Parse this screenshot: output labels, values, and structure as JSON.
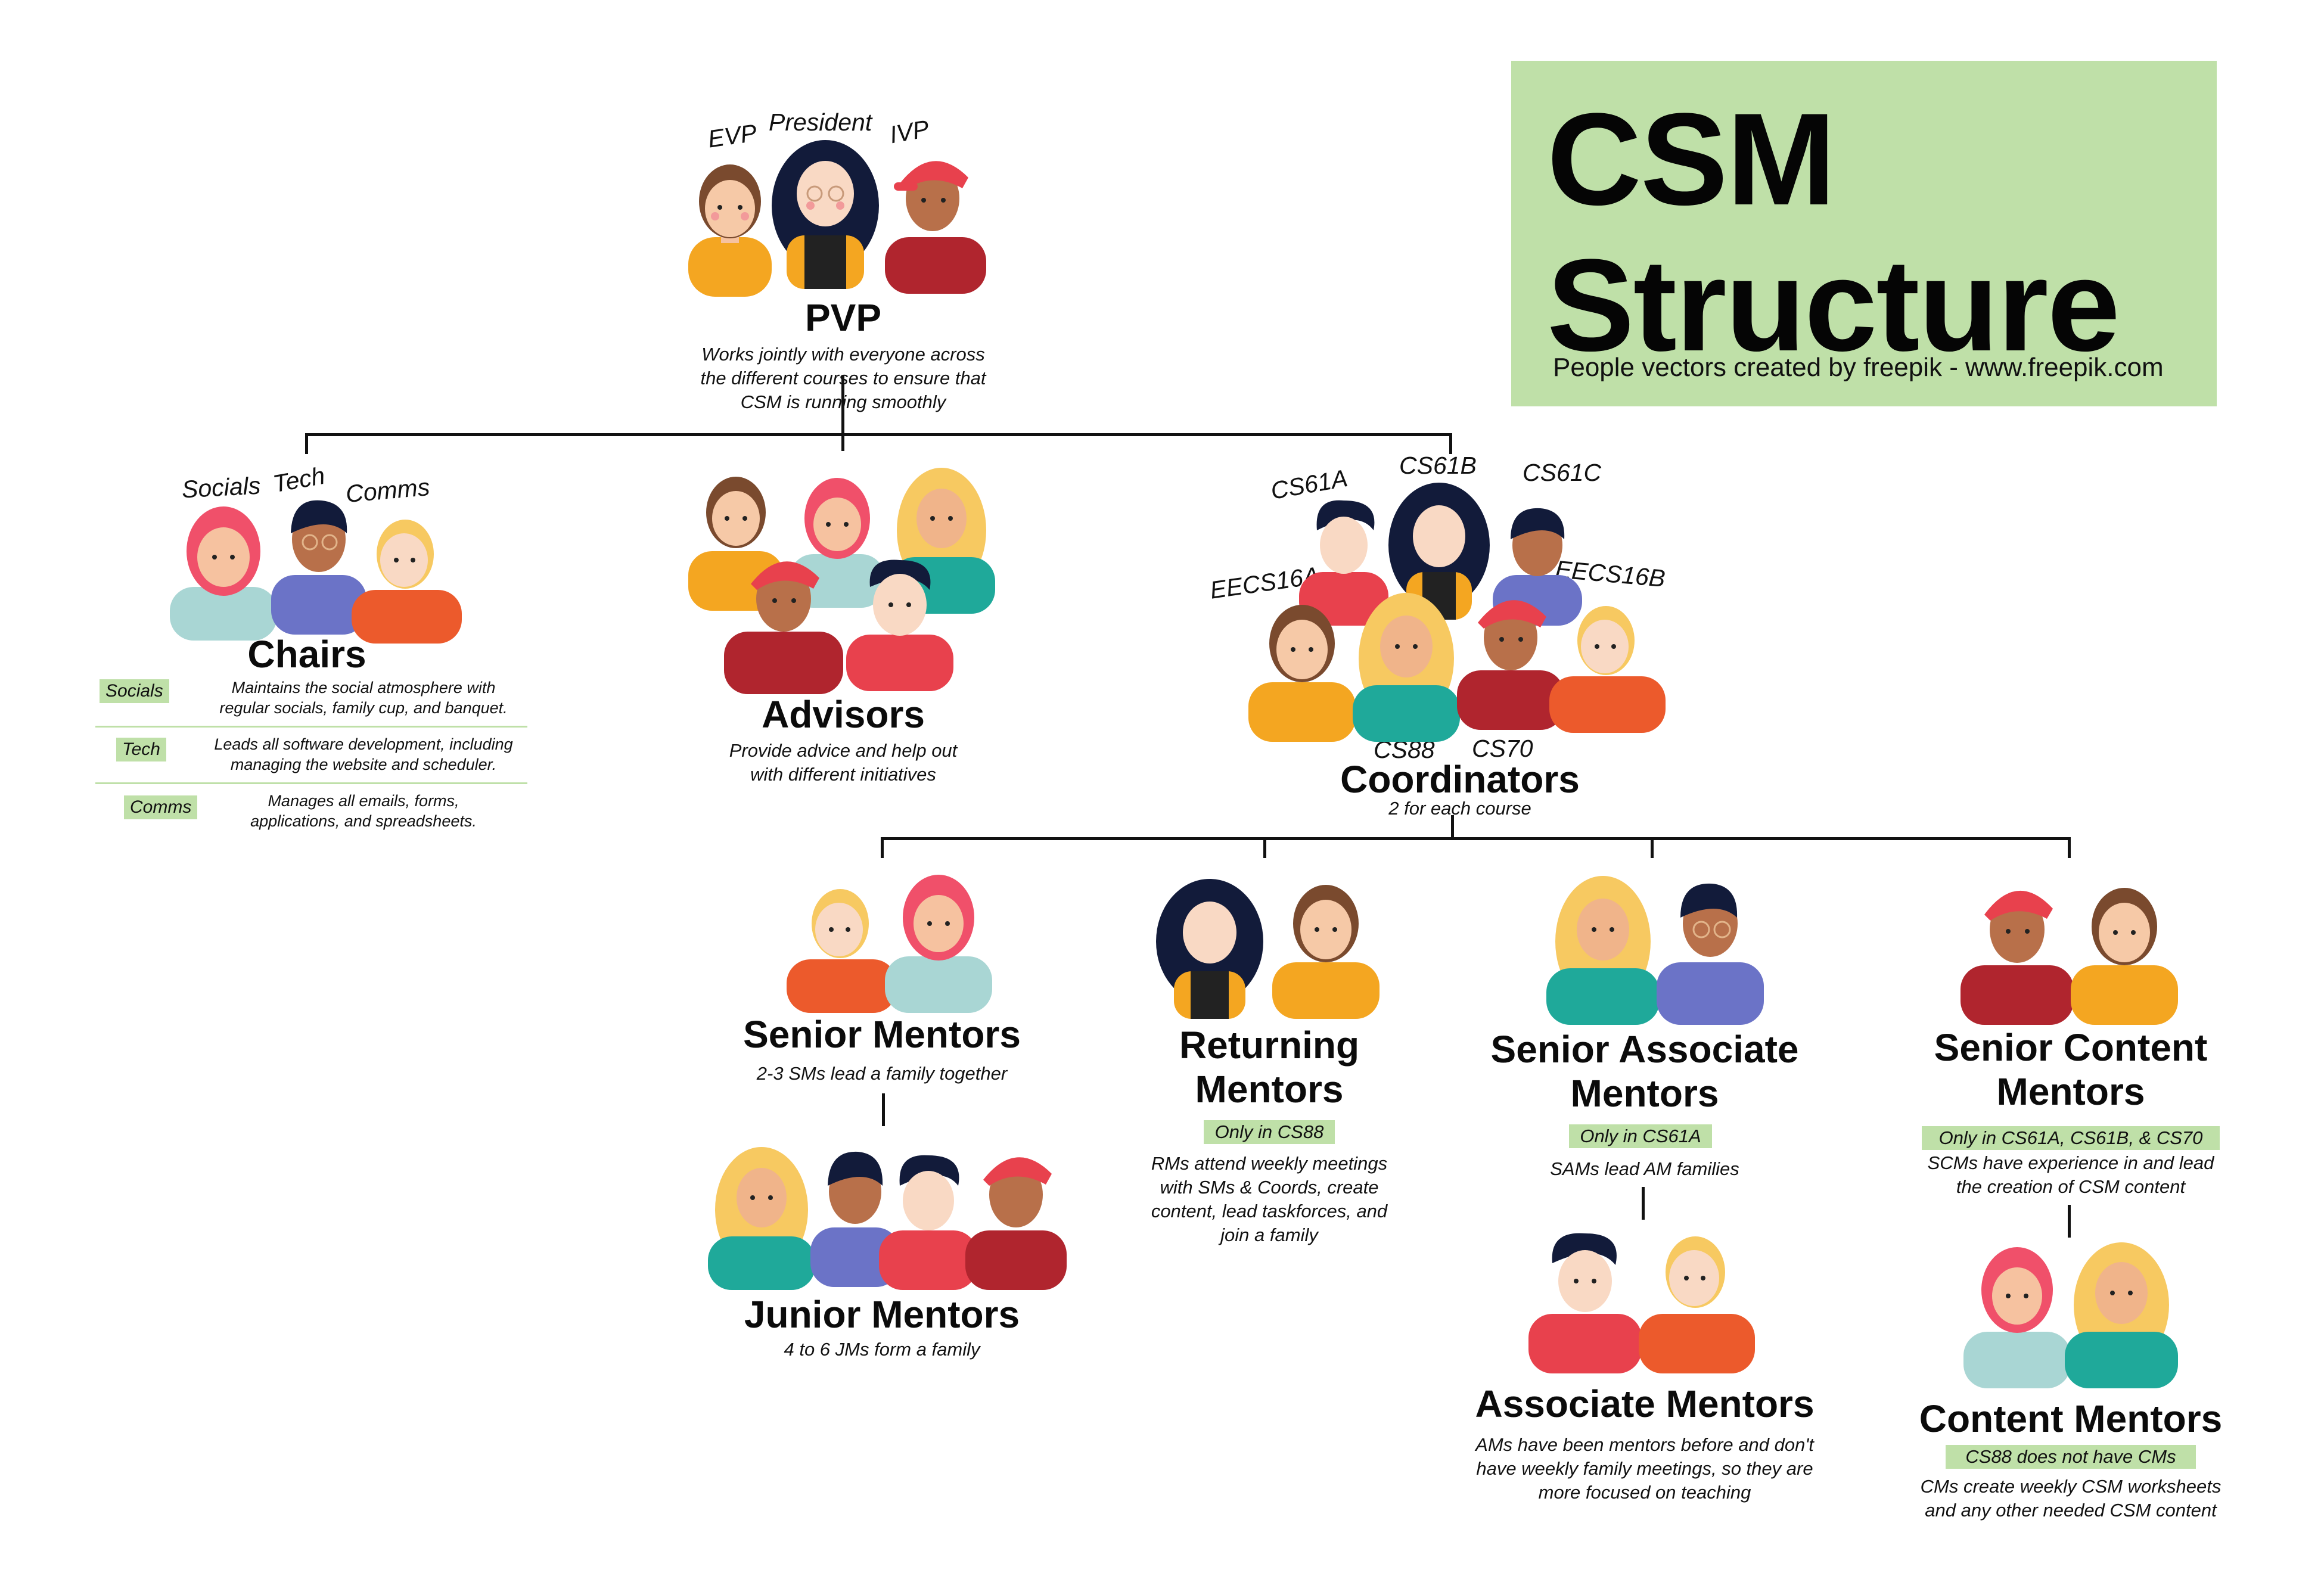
{
  "title": {
    "line1": "CSM",
    "line2": "Structure",
    "credit": "People vectors created by freepik - www.freepik.com"
  },
  "colors": {
    "tag_green": "#bfe0a8",
    "title_bg": "#bfe0a8",
    "line": "#111111"
  },
  "pvp": {
    "roles": [
      "EVP",
      "President",
      "IVP"
    ],
    "title": "PVP",
    "description": [
      "Works jointly with everyone across",
      "the different courses to ensure that",
      "CSM is running smoothly"
    ]
  },
  "chairs": {
    "roles": [
      "Socials",
      "Tech",
      "Comms"
    ],
    "title": "Chairs",
    "items": [
      {
        "tag": "Socials",
        "text": [
          "Maintains the social atmosphere with",
          "regular socials, family cup, and banquet."
        ]
      },
      {
        "tag": "Tech",
        "text": [
          "Leads all software development, including",
          "managing the website and scheduler."
        ]
      },
      {
        "tag": "Comms",
        "text": [
          "Manages all emails, forms,",
          "applications, and spreadsheets."
        ]
      }
    ]
  },
  "advisors": {
    "title": "Advisors",
    "description": [
      "Provide advice and help out",
      "with different initiatives"
    ]
  },
  "coordinators": {
    "courses": [
      "CS61A",
      "CS61B",
      "CS61C",
      "EECS16A",
      "EECS16B",
      "CS88",
      "CS70"
    ],
    "title": "Coordinators",
    "description": "2 for each course"
  },
  "senior_mentors": {
    "title": "Senior Mentors",
    "description": "2-3 SMs lead a family together"
  },
  "junior_mentors": {
    "title": "Junior Mentors",
    "description": "4 to 6 JMs form a family"
  },
  "returning_mentors": {
    "title": [
      "Returning",
      "Mentors"
    ],
    "tag": "Only in CS88",
    "description": [
      "RMs attend weekly meetings",
      "with SMs & Coords, create",
      "content, lead taskforces, and",
      "join a family"
    ]
  },
  "senior_associate_mentors": {
    "title": [
      "Senior Associate",
      "Mentors"
    ],
    "tag": "Only in CS61A",
    "description": "SAMs lead AM families"
  },
  "associate_mentors": {
    "title": "Associate Mentors",
    "description": [
      "AMs have been mentors before and don't",
      "have weekly family meetings, so they are",
      "more focused on teaching"
    ]
  },
  "senior_content_mentors": {
    "title": [
      "Senior Content",
      "Mentors"
    ],
    "tag": "Only in CS61A, CS61B, & CS70",
    "description": [
      "SCMs have experience in and lead",
      "the creation of CSM content"
    ]
  },
  "content_mentors": {
    "title": "Content Mentors",
    "tag": "CS88 does not have CMs",
    "description": [
      "CMs create weekly CSM worksheets",
      "and any other needed CSM content"
    ]
  }
}
